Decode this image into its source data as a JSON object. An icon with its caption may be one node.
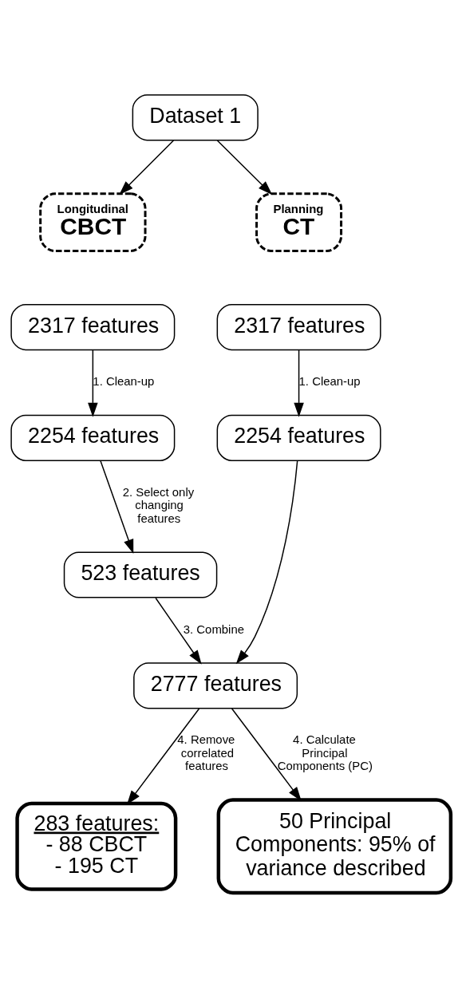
{
  "diagram": {
    "nodes": [
      {
        "text": [
          "Dataset 1"
        ]
      },
      {
        "text": [
          "Longitudinal",
          "CBCT"
        ]
      },
      {
        "text": [
          "Planning",
          "CT"
        ]
      },
      {
        "text": [
          "2317 features"
        ]
      },
      {
        "text": [
          "2317 features"
        ]
      },
      {
        "text": [
          "2254 features"
        ]
      },
      {
        "text": [
          "2254 features"
        ]
      },
      {
        "text": [
          "523 features"
        ]
      },
      {
        "text": [
          "2777 features"
        ]
      },
      {
        "text": [
          "283 features:",
          "- 88 CBCT",
          "- 195 CT"
        ]
      },
      {
        "text": [
          "50 Principal Components: 95% of variance described"
        ]
      }
    ],
    "edges": [
      {
        "from": 0,
        "to": 1,
        "arrow": "to"
      },
      {
        "from": 0,
        "to": 2,
        "arrow": "to"
      },
      {
        "from": 3,
        "to": 5,
        "arrow": "to",
        "label": "1. Clean-up"
      },
      {
        "from": 4,
        "to": 6,
        "arrow": "to",
        "label": "1. Clean-up"
      },
      {
        "from": 5,
        "to": 7,
        "arrow": "to",
        "label": "2. Select only changing features"
      },
      {
        "from": 7,
        "to": 8,
        "arrow": "to",
        "label": "3. Combine"
      },
      {
        "from": 6,
        "to": 8,
        "arrow": "to"
      },
      {
        "from": 8,
        "to": 9,
        "arrow": "to",
        "label": "4. Remove correlated features"
      },
      {
        "from": 8,
        "to": 10,
        "arrow": "to",
        "label": "4. Calculate Principal Components (PC)"
      }
    ]
  }
}
